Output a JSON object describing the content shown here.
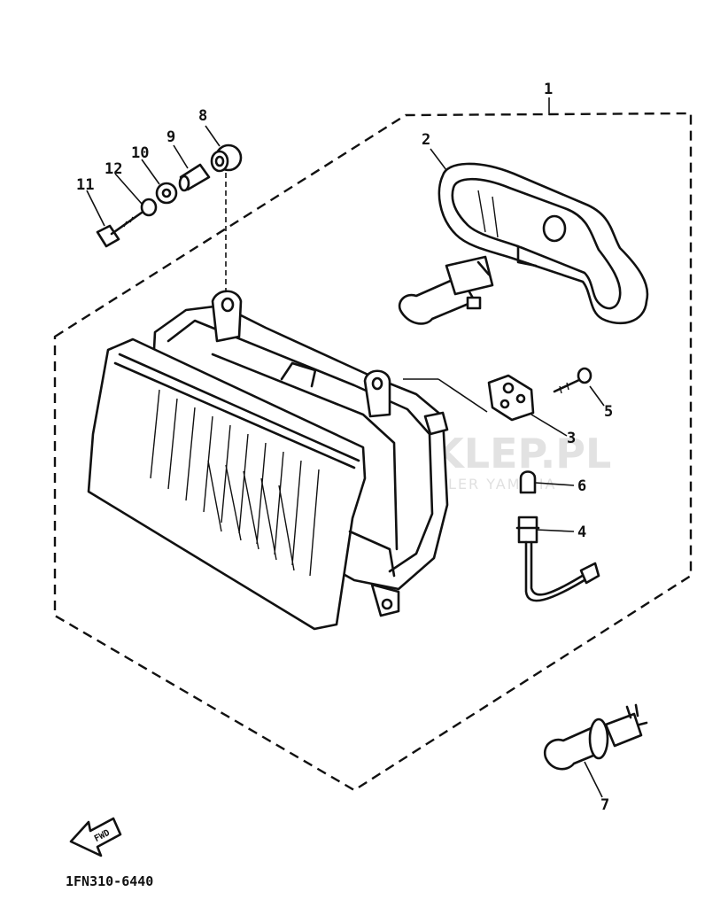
{
  "callouts": {
    "c1": "1",
    "c2": "2",
    "c3": "3",
    "c4": "4",
    "c5": "5",
    "c6": "6",
    "c7": "7",
    "c8": "8",
    "c9": "9",
    "c10": "10",
    "c11": "11",
    "c12": "12"
  },
  "fwd_label": "FWD",
  "diagram_code": "1FN310-6440",
  "watermark": {
    "title": "YAMA-SKLEP.PL",
    "subtitle": "WOJCIECHOWSCY DEALER YAMAHA"
  },
  "colors": {
    "ink": "#111111",
    "watermark_logo": "#e85a5a",
    "watermark_text": "#d9d9d9"
  }
}
